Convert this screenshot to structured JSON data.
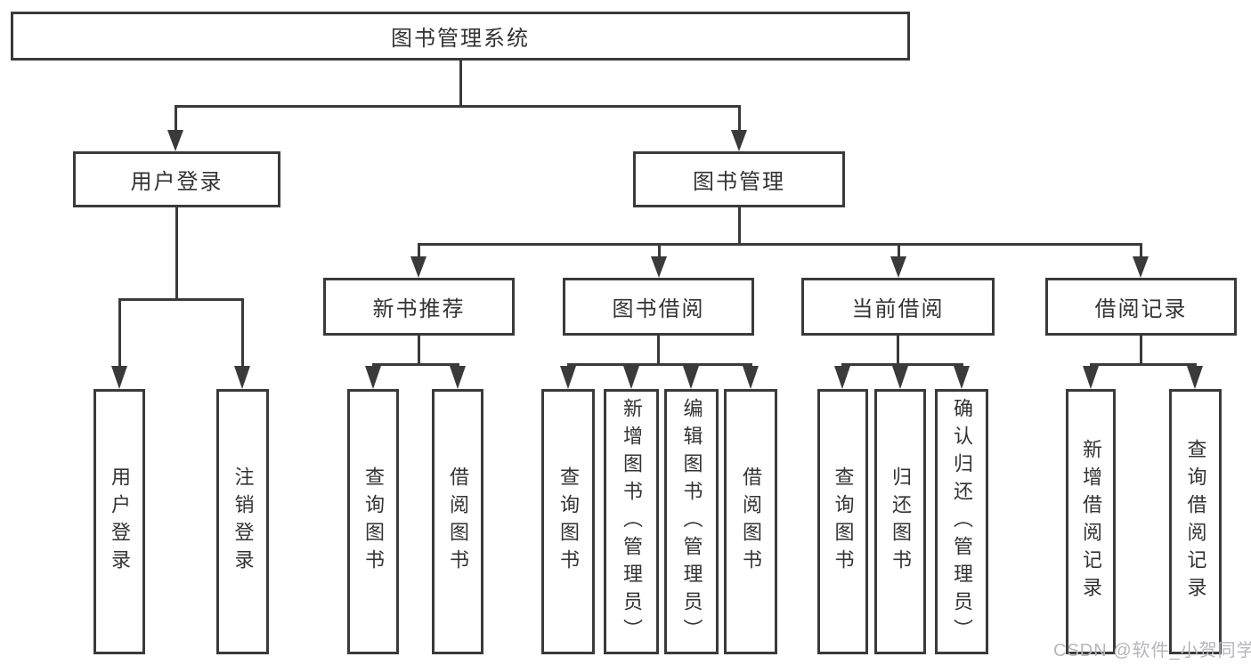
{
  "tree": {
    "label": "图书管理系统",
    "children": [
      {
        "label": "用户登录",
        "children": [
          {
            "label": "用户登录"
          },
          {
            "label": "注销登录"
          }
        ]
      },
      {
        "label": "图书管理",
        "children": [
          {
            "label": "新书推荐",
            "children": [
              {
                "label": "查询图书"
              },
              {
                "label": "借阅图书"
              }
            ]
          },
          {
            "label": "图书借阅",
            "children": [
              {
                "label": "查询图书"
              },
              {
                "label": "新增图书（管理员）"
              },
              {
                "label": "编辑图书（管理员）"
              },
              {
                "label": "借阅图书"
              }
            ]
          },
          {
            "label": "当前借阅",
            "children": [
              {
                "label": "查询图书"
              },
              {
                "label": "归还图书"
              },
              {
                "label": "确认归还（管理员）"
              }
            ]
          },
          {
            "label": "借阅记录",
            "children": [
              {
                "label": "新增借阅记录"
              },
              {
                "label": "查询借阅记录"
              }
            ]
          }
        ]
      }
    ]
  },
  "watermark": {
    "text": "CSDN @软件_小贺同学",
    "color": "#b6b6ba"
  },
  "colors": {
    "line": "#3a3a3a",
    "text": "#333333",
    "background": "#ffffff"
  }
}
